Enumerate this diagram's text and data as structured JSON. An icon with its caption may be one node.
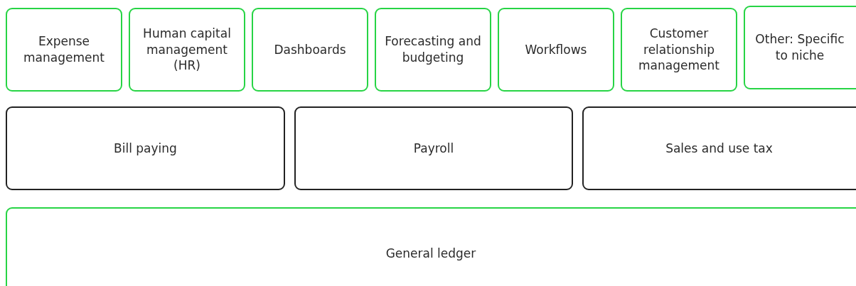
{
  "diagram": {
    "nodes": [
      {
        "text": [
          "Expense management"
        ]
      },
      {
        "text": [
          "Human capital management (HR)"
        ]
      },
      {
        "text": [
          "Dashboards"
        ]
      },
      {
        "text": [
          "Forecasting and budgeting"
        ]
      },
      {
        "text": [
          "Workflows"
        ]
      },
      {
        "text": [
          "Customer relationship management"
        ]
      },
      {
        "text": [
          "Other: Specific to niche"
        ]
      },
      {
        "text": [
          "Bill paying"
        ]
      },
      {
        "text": [
          "Payroll"
        ]
      },
      {
        "text": [
          "Sales and use tax"
        ]
      },
      {
        "text": [
          "General ledger"
        ]
      }
    ]
  }
}
